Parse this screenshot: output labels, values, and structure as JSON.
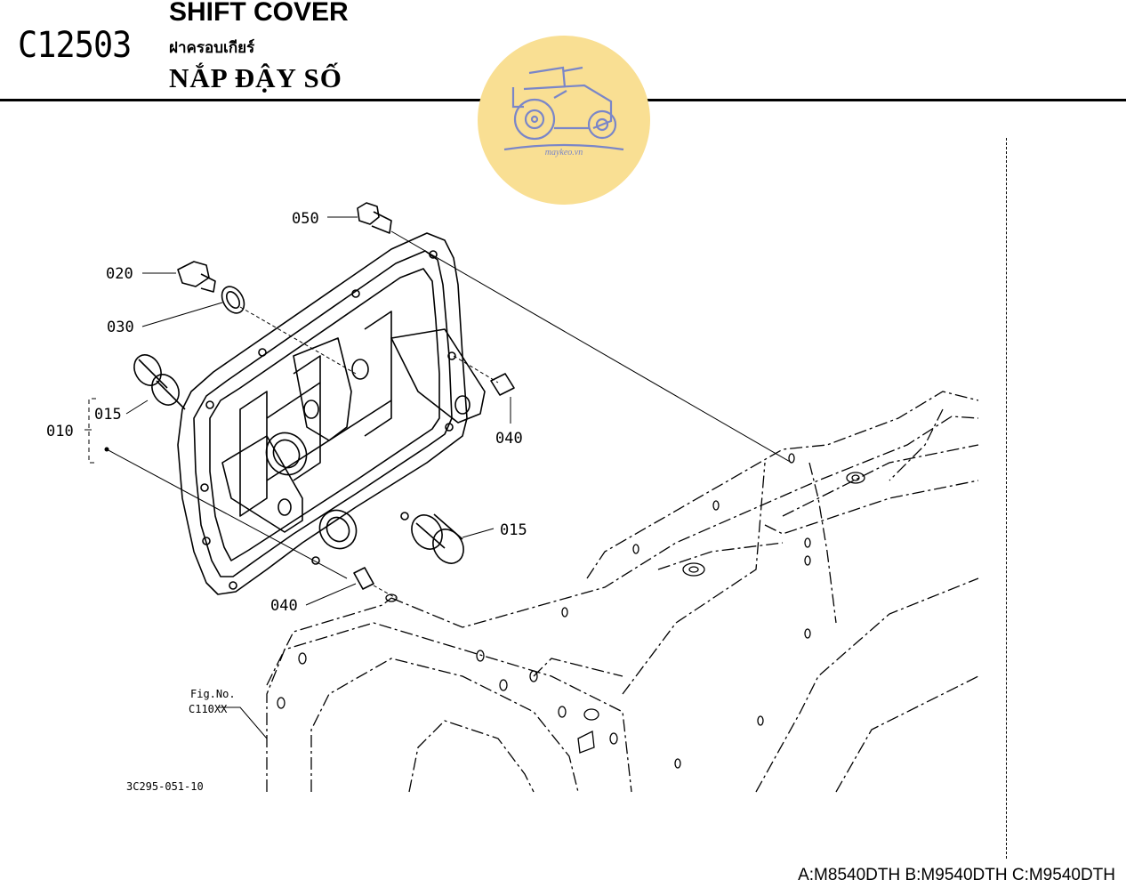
{
  "header": {
    "code": "C12503",
    "title_en": "SHIFT COVER",
    "title_th": "ฝาครอบเกียร์",
    "title_vi": "NẮP ĐẬY SỐ"
  },
  "watermark": {
    "text": "maykeo.vn",
    "color": "#f9df93",
    "icon": "tractor-icon"
  },
  "callouts": {
    "c050": "050",
    "c020": "020",
    "c030": "030",
    "c015a": "015",
    "c010": "010",
    "c040a": "040",
    "c015b": "015",
    "c040b": "040"
  },
  "fig_ref": {
    "label": "Fig.No.",
    "number": "C110XX"
  },
  "drawing_id": "3C295-051-10",
  "models": "A:M8540DTH B:M9540DTH C:M9540DTH"
}
